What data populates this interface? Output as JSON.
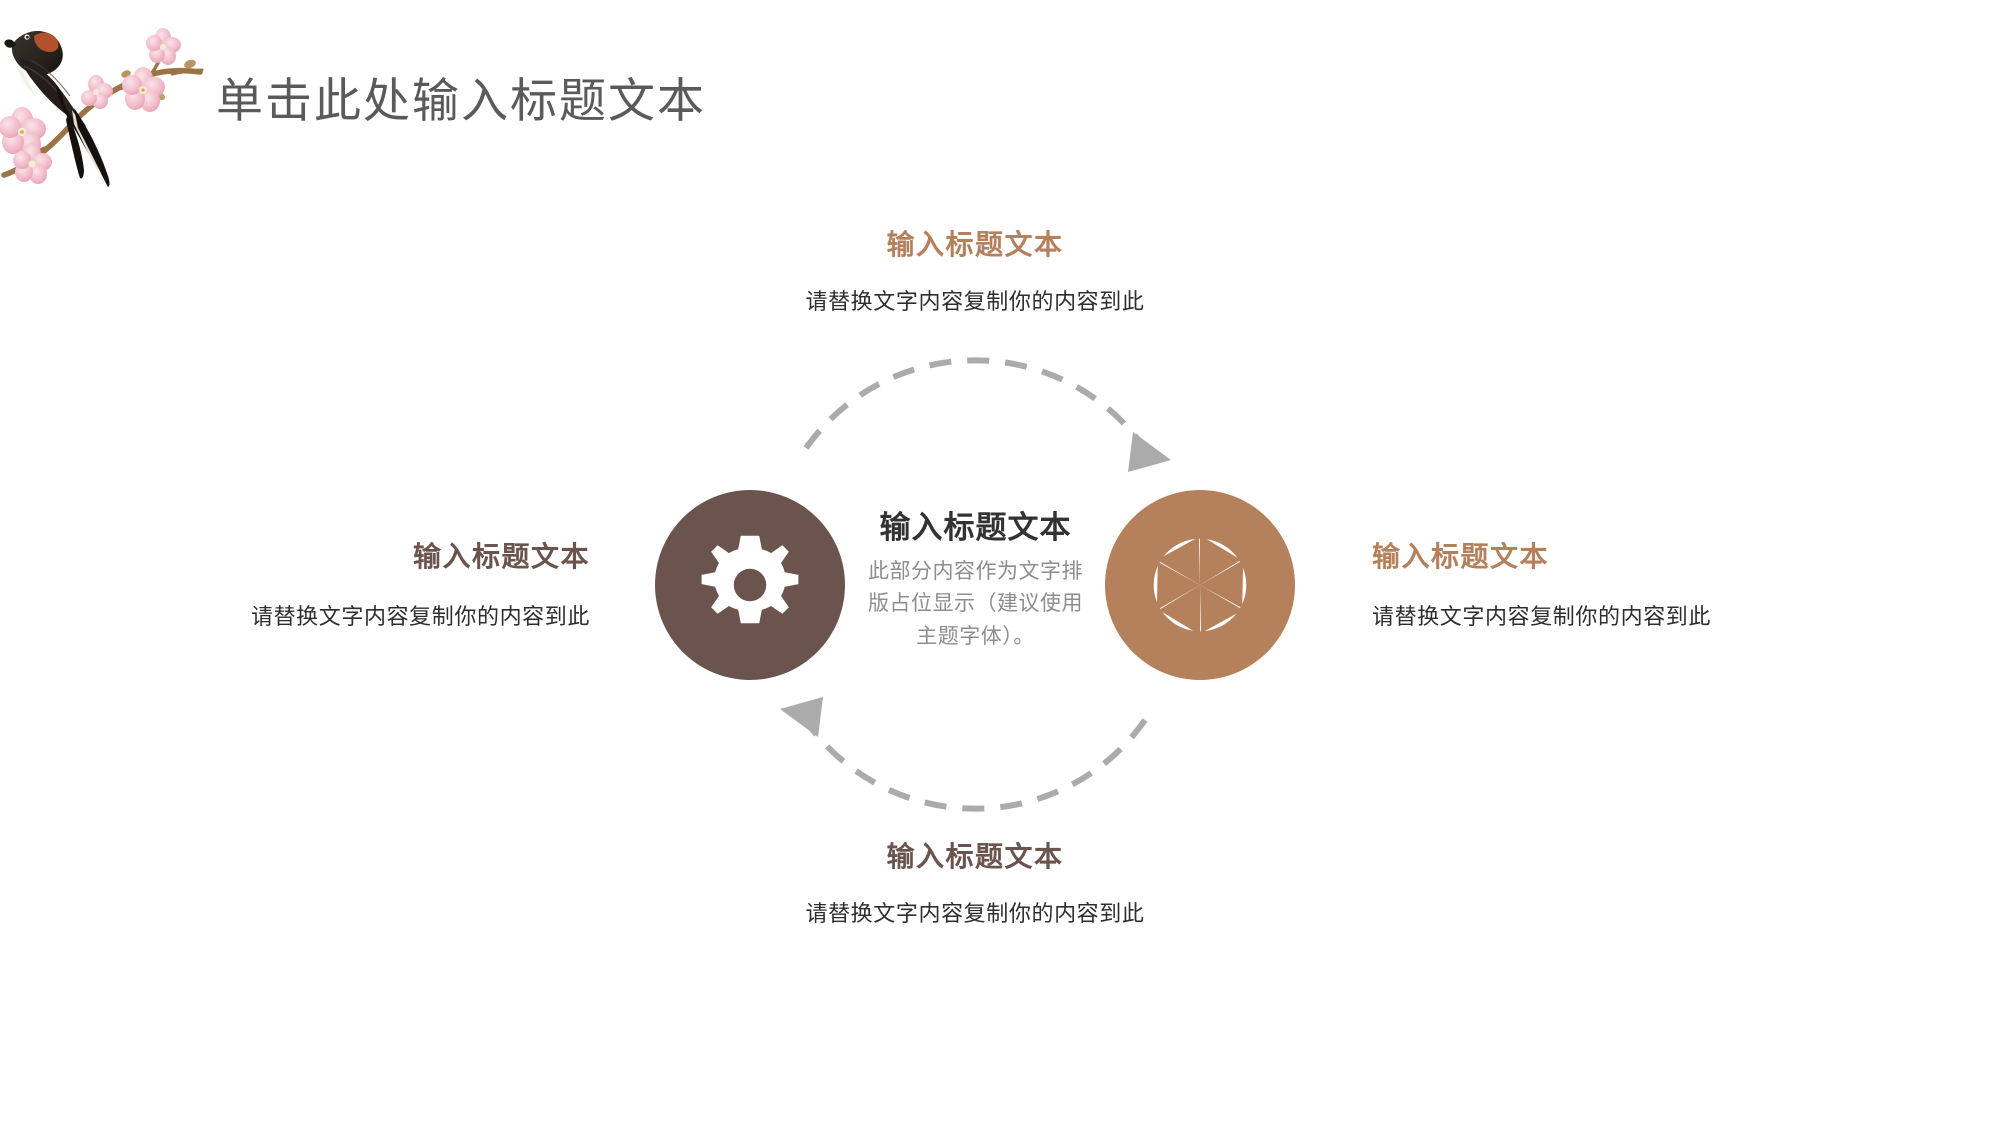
{
  "slide": {
    "title": "单击此处输入标题文本",
    "title_color": "#5a5a5a",
    "background_color": "#ffffff"
  },
  "theme": {
    "dark_brown": "#6B544E",
    "copper_tan": "#B5815C",
    "dashed_gray": "#ABABAB",
    "body_text": "#2e2e2e",
    "muted_text": "#8d8d8d"
  },
  "decoration": {
    "corner_art": "swallow-on-blossom-branch-illustration",
    "bird": "barn-swallow",
    "branch": "plum-blossom-branch"
  },
  "diagram": {
    "type": "two-node-cycle",
    "cycle_arrow_color": "#ABABAB",
    "cycle_arrows": [
      {
        "name": "top-arc-arrow",
        "direction": "clockwise",
        "from": "gear-node",
        "to": "aperture-node"
      },
      {
        "name": "bottom-arc-arrow",
        "direction": "clockwise",
        "from": "aperture-node",
        "to": "gear-node"
      }
    ],
    "nodes": [
      {
        "id": "gear-node",
        "icon": "gear-icon",
        "fill": "#6B544E",
        "icon_color": "#ffffff"
      },
      {
        "id": "aperture-node",
        "icon": "aperture-icon",
        "fill": "#B5815C",
        "icon_color": "#ffffff"
      }
    ],
    "center": {
      "heading": "输入标题文本",
      "heading_color": "#333333",
      "body": "此部分内容作为文字排版占位显示（建议使用主题字体）。",
      "body_color": "#8d8d8d"
    },
    "labels": {
      "top": {
        "title": "输入标题文本",
        "title_color": "#B5815C",
        "body": "请替换文字内容复制你的内容到此"
      },
      "left": {
        "title": "输入标题文本",
        "title_color": "#6B544E",
        "body": "请替换文字内容复制你的内容到此"
      },
      "right": {
        "title": "输入标题文本",
        "title_color": "#B5815C",
        "body": "请替换文字内容复制你的内容到此"
      },
      "bottom": {
        "title": "输入标题文本",
        "title_color": "#6B544E",
        "body": "请替换文字内容复制你的内容到此"
      }
    }
  }
}
